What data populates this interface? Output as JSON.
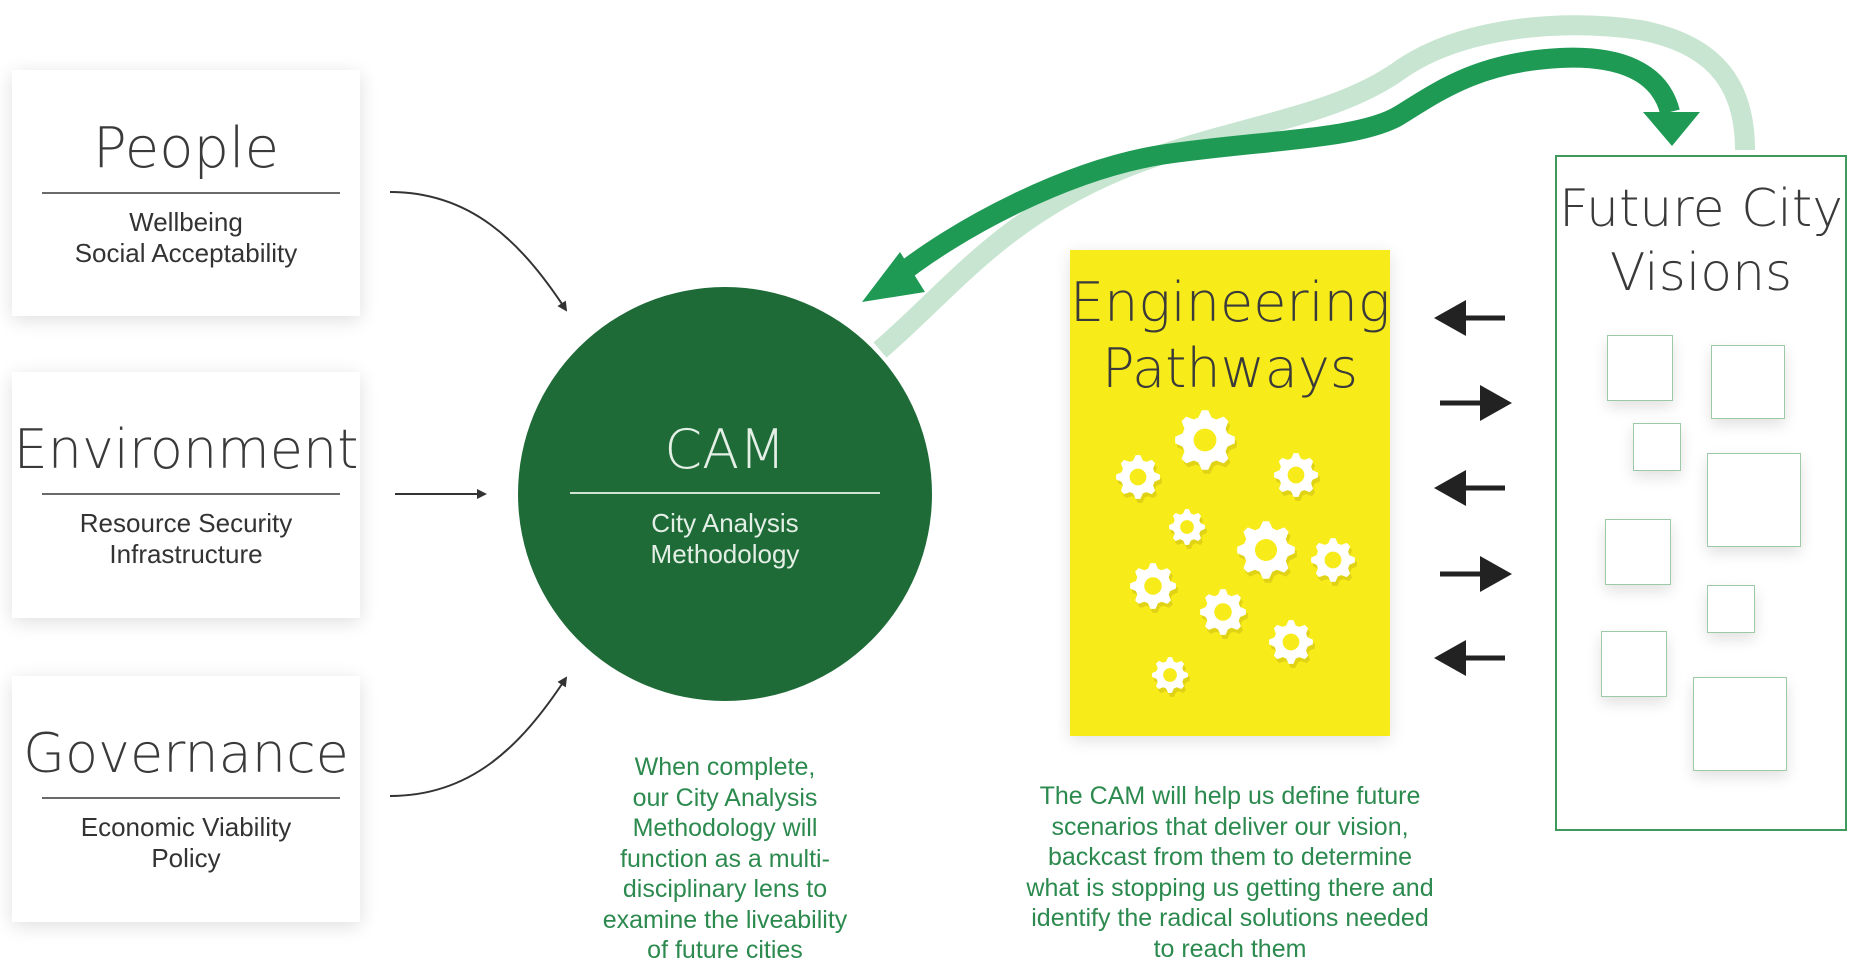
{
  "pillars": [
    {
      "title": "People",
      "subtitle": "Wellbeing\nSocial Acceptability"
    },
    {
      "title": "Environment",
      "subtitle": "Resource Security\nInfrastructure"
    },
    {
      "title": "Governance",
      "subtitle": "Economic Viability\nPolicy"
    }
  ],
  "cam": {
    "title": "CAM",
    "subtitle": "City Analysis\nMethodology"
  },
  "engineering": {
    "title": "Engineering\nPathways"
  },
  "future_city": {
    "title": "Future City\nVisions"
  },
  "captions": {
    "cam": "When complete,\nour City Analysis\nMethodology will\nfunction as a multi-\ndisciplinary lens to\nexamine the liveability\nof future cities",
    "pathways": "The CAM will help us define future\nscenarios that deliver our vision,\nbackcast from them to determine\nwhat is stopping us getting there and\nidentify the radical solutions needed\nto reach them"
  },
  "colors": {
    "cam_green": "#1e6b38",
    "arrow_green": "#1f9a55",
    "arrow_light": "#b6dcc3",
    "caption_green": "#2c8a4f",
    "pathways_yellow": "#f7eb1a",
    "frame_green": "#3f9a5c"
  },
  "icons": [
    "gear-icon",
    "arrow-left-icon",
    "arrow-right-icon"
  ]
}
